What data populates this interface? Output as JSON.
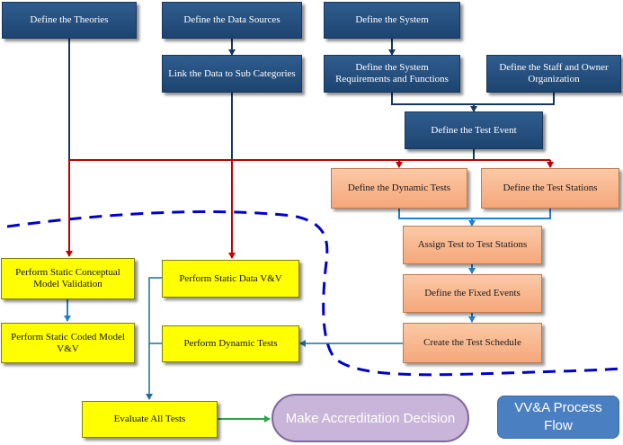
{
  "nodes": {
    "define_theories": "Define the Theories",
    "define_data_sources": "Define the Data Sources",
    "define_system": "Define the System",
    "link_data": "Link the Data to Sub Categories",
    "define_requirements": "Define the System Requirements and Functions",
    "define_staff": "Define the  Staff and Owner Organization",
    "define_test_event": "Define the Test Event",
    "define_dynamic_tests": "Define the Dynamic Tests",
    "define_test_stations": "Define the Test Stations",
    "assign_tests": "Assign Test to Test Stations",
    "define_fixed_events": "Define the Fixed Events",
    "create_schedule": "Create the Test Schedule",
    "static_conceptual": "Perform Static Conceptual Model Validation",
    "static_data": "Perform Static Data V&V",
    "static_coded": "Perform Static Coded Model V&V",
    "dynamic_tests": "Perform Dynamic Tests",
    "evaluate_all": "Evaluate All Tests",
    "accreditation": "Make Accreditation Decision"
  },
  "title_box": "VV&A Process Flow",
  "colors": {
    "blue_box": "#1d4470",
    "orange_box": "#f5a77a",
    "yellow_box": "#ffff00",
    "oval": "#c9b5d9",
    "title_box": "#4a7fc1",
    "red_line": "#c00000",
    "dark_line": "#17385e",
    "blue_line": "#1f7fd0",
    "teal_line": "#1f6f96",
    "green_line": "#2aa64a",
    "dashed_boundary": "#0000cc"
  }
}
